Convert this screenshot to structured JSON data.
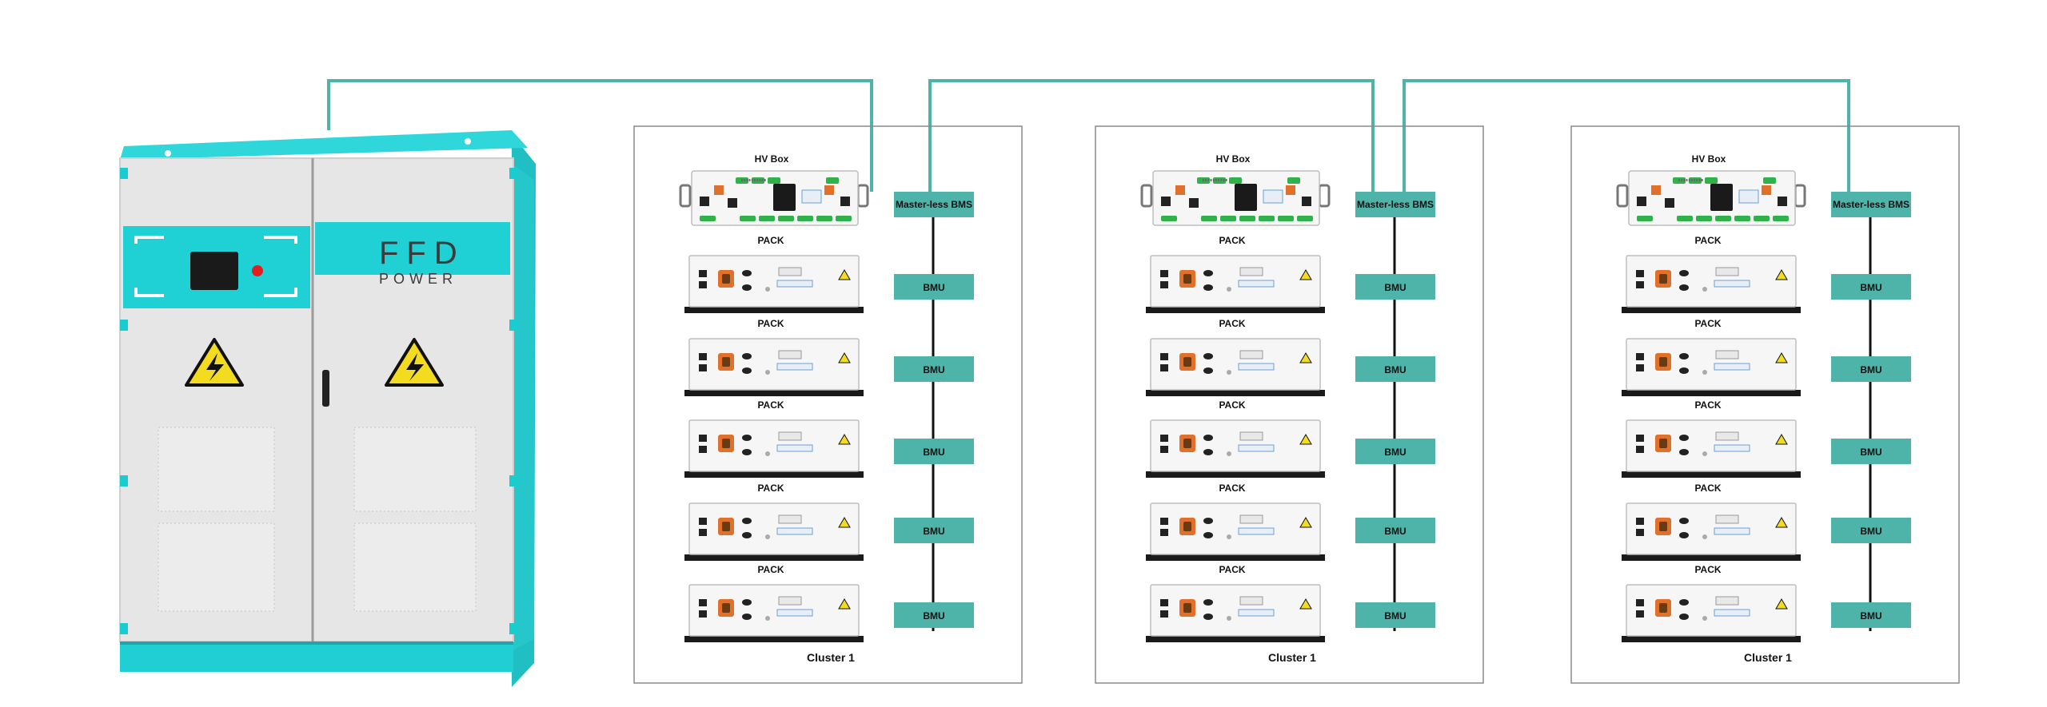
{
  "cabinet": {
    "brand_main": "FFD",
    "brand_sub": "POWER"
  },
  "clusters": [
    {
      "hv_box_label": "HV Box",
      "bms_label": "Master-less BMS",
      "cluster_label": "Cluster 1",
      "packs": [
        {
          "label": "PACK",
          "bmu_label": "BMU"
        },
        {
          "label": "PACK",
          "bmu_label": "BMU"
        },
        {
          "label": "PACK",
          "bmu_label": "BMU"
        },
        {
          "label": "PACK",
          "bmu_label": "BMU"
        },
        {
          "label": "PACK",
          "bmu_label": "BMU"
        }
      ]
    },
    {
      "hv_box_label": "HV Box",
      "bms_label": "Master-less BMS",
      "cluster_label": "Cluster 1",
      "packs": [
        {
          "label": "PACK",
          "bmu_label": "BMU"
        },
        {
          "label": "PACK",
          "bmu_label": "BMU"
        },
        {
          "label": "PACK",
          "bmu_label": "BMU"
        },
        {
          "label": "PACK",
          "bmu_label": "BMU"
        },
        {
          "label": "PACK",
          "bmu_label": "BMU"
        }
      ]
    },
    {
      "hv_box_label": "HV Box",
      "bms_label": "Master-less BMS",
      "cluster_label": "Cluster 1",
      "packs": [
        {
          "label": "PACK",
          "bmu_label": "BMU"
        },
        {
          "label": "PACK",
          "bmu_label": "BMU"
        },
        {
          "label": "PACK",
          "bmu_label": "BMU"
        },
        {
          "label": "PACK",
          "bmu_label": "BMU"
        },
        {
          "label": "PACK",
          "bmu_label": "BMU"
        }
      ]
    }
  ],
  "colors": {
    "teal": "#4eb3a8",
    "cabinet_teal": "#19ccd0",
    "cabinet_body": "#e3e3e3",
    "frame": "#8a8a8a",
    "module_green": "#2fb24a",
    "module_orange": "#e0702a",
    "warning_yellow": "#f3dc1f"
  }
}
